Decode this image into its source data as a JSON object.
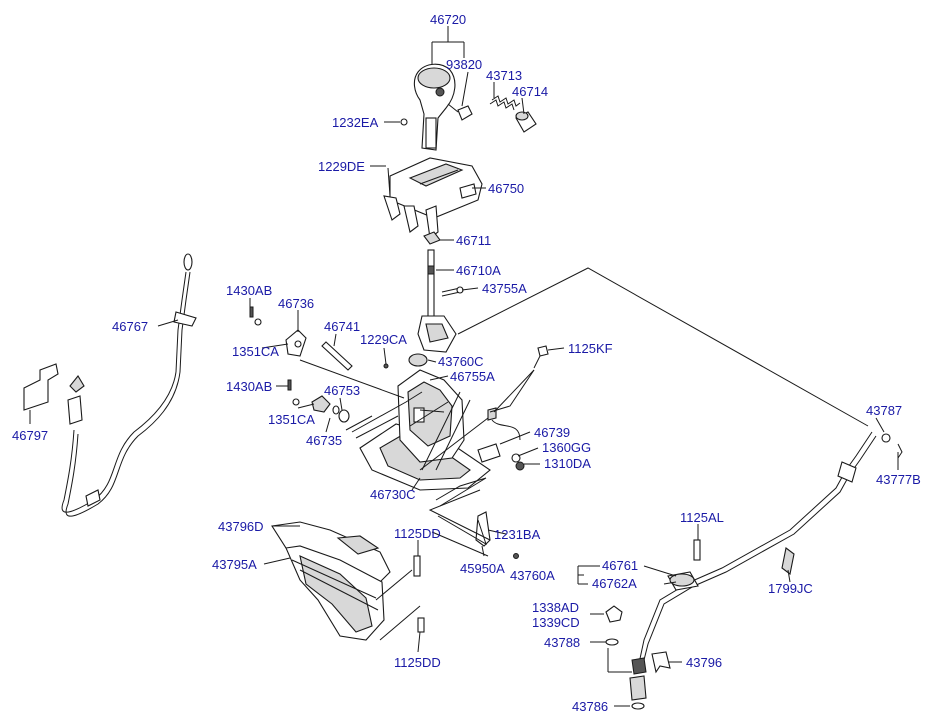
{
  "diagram": {
    "title": "",
    "colors": {
      "label": "#1a1aa6",
      "line": "#1a1a1a",
      "background": "#ffffff"
    },
    "labels": [
      {
        "id": "l46720",
        "text": "46720"
      },
      {
        "id": "l93820",
        "text": "93820"
      },
      {
        "id": "l43713",
        "text": "43713"
      },
      {
        "id": "l46714",
        "text": "46714"
      },
      {
        "id": "l1232EA",
        "text": "1232EA"
      },
      {
        "id": "l1229DE",
        "text": "1229DE"
      },
      {
        "id": "l46750",
        "text": "46750"
      },
      {
        "id": "l46711",
        "text": "46711"
      },
      {
        "id": "l46710A",
        "text": "46710A"
      },
      {
        "id": "l43755A",
        "text": "43755A"
      },
      {
        "id": "l1430AB_1",
        "text": "1430AB"
      },
      {
        "id": "l46736",
        "text": "46736"
      },
      {
        "id": "l46767",
        "text": "46767"
      },
      {
        "id": "l46741",
        "text": "46741"
      },
      {
        "id": "l1351CA_1",
        "text": "1351CA"
      },
      {
        "id": "l1229CA",
        "text": "1229CA"
      },
      {
        "id": "l1125KF",
        "text": "1125KF"
      },
      {
        "id": "l43760C",
        "text": "43760C"
      },
      {
        "id": "l46755A",
        "text": "46755A"
      },
      {
        "id": "l1430AB_2",
        "text": "1430AB"
      },
      {
        "id": "l46753",
        "text": "46753"
      },
      {
        "id": "l46797",
        "text": "46797"
      },
      {
        "id": "l1351CA_2",
        "text": "1351CA"
      },
      {
        "id": "l46735",
        "text": "46735"
      },
      {
        "id": "l46739",
        "text": "46739"
      },
      {
        "id": "l1360GG",
        "text": "1360GG"
      },
      {
        "id": "l1310DA",
        "text": "1310DA"
      },
      {
        "id": "l43787",
        "text": "43787"
      },
      {
        "id": "l43777B",
        "text": "43777B"
      },
      {
        "id": "l46730C",
        "text": "46730C"
      },
      {
        "id": "l43796D",
        "text": "43796D"
      },
      {
        "id": "l1125DD_1",
        "text": "1125DD"
      },
      {
        "id": "l1231BA",
        "text": "1231BA"
      },
      {
        "id": "l1125AL",
        "text": "1125AL"
      },
      {
        "id": "l43795A",
        "text": "43795A"
      },
      {
        "id": "l45950A",
        "text": "45950A"
      },
      {
        "id": "l43760A",
        "text": "43760A"
      },
      {
        "id": "l46761",
        "text": "46761"
      },
      {
        "id": "l46762A",
        "text": "46762A"
      },
      {
        "id": "l1799JC",
        "text": "1799JC"
      },
      {
        "id": "l1338AD",
        "text": "1338AD"
      },
      {
        "id": "l1339CD",
        "text": "1339CD"
      },
      {
        "id": "l43788",
        "text": "43788"
      },
      {
        "id": "l43796",
        "text": "43796"
      },
      {
        "id": "l1125DD_2",
        "text": "1125DD"
      },
      {
        "id": "l43786",
        "text": "43786"
      }
    ]
  }
}
